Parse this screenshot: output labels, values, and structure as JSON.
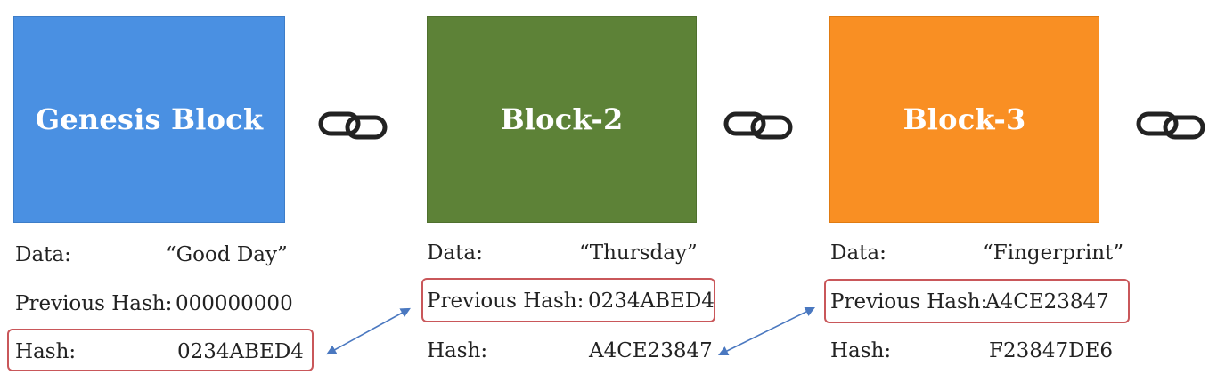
{
  "blocks": [
    {
      "title": "Genesis Block",
      "color": "#4a90e2",
      "data_label": "Data:",
      "data_value": "“Good Day”",
      "prev_label": "Previous Hash:",
      "prev_value": "000000000",
      "hash_label": "Hash:",
      "hash_value": "0234ABED4"
    },
    {
      "title": "Block-2",
      "color": "#5d8237",
      "data_label": "Data:",
      "data_value": "“Thursday”",
      "prev_label": "Previous Hash:",
      "prev_value": "0234ABED4",
      "hash_label": "Hash:",
      "hash_value": "A4CE23847"
    },
    {
      "title": "Block-3",
      "color": "#f98f23",
      "data_label": "Data:",
      "data_value": "“Fingerprint”",
      "prev_label": "Previous Hash:",
      "prev_value": "A4CE23847",
      "hash_label": "Hash:",
      "hash_value": "F23847DE6"
    }
  ],
  "icons": {
    "link": "chain-link-icon",
    "arrow": "double-headed-arrow"
  },
  "colors": {
    "highlight_border": "#c9575a",
    "arrow": "#4a78c0"
  }
}
